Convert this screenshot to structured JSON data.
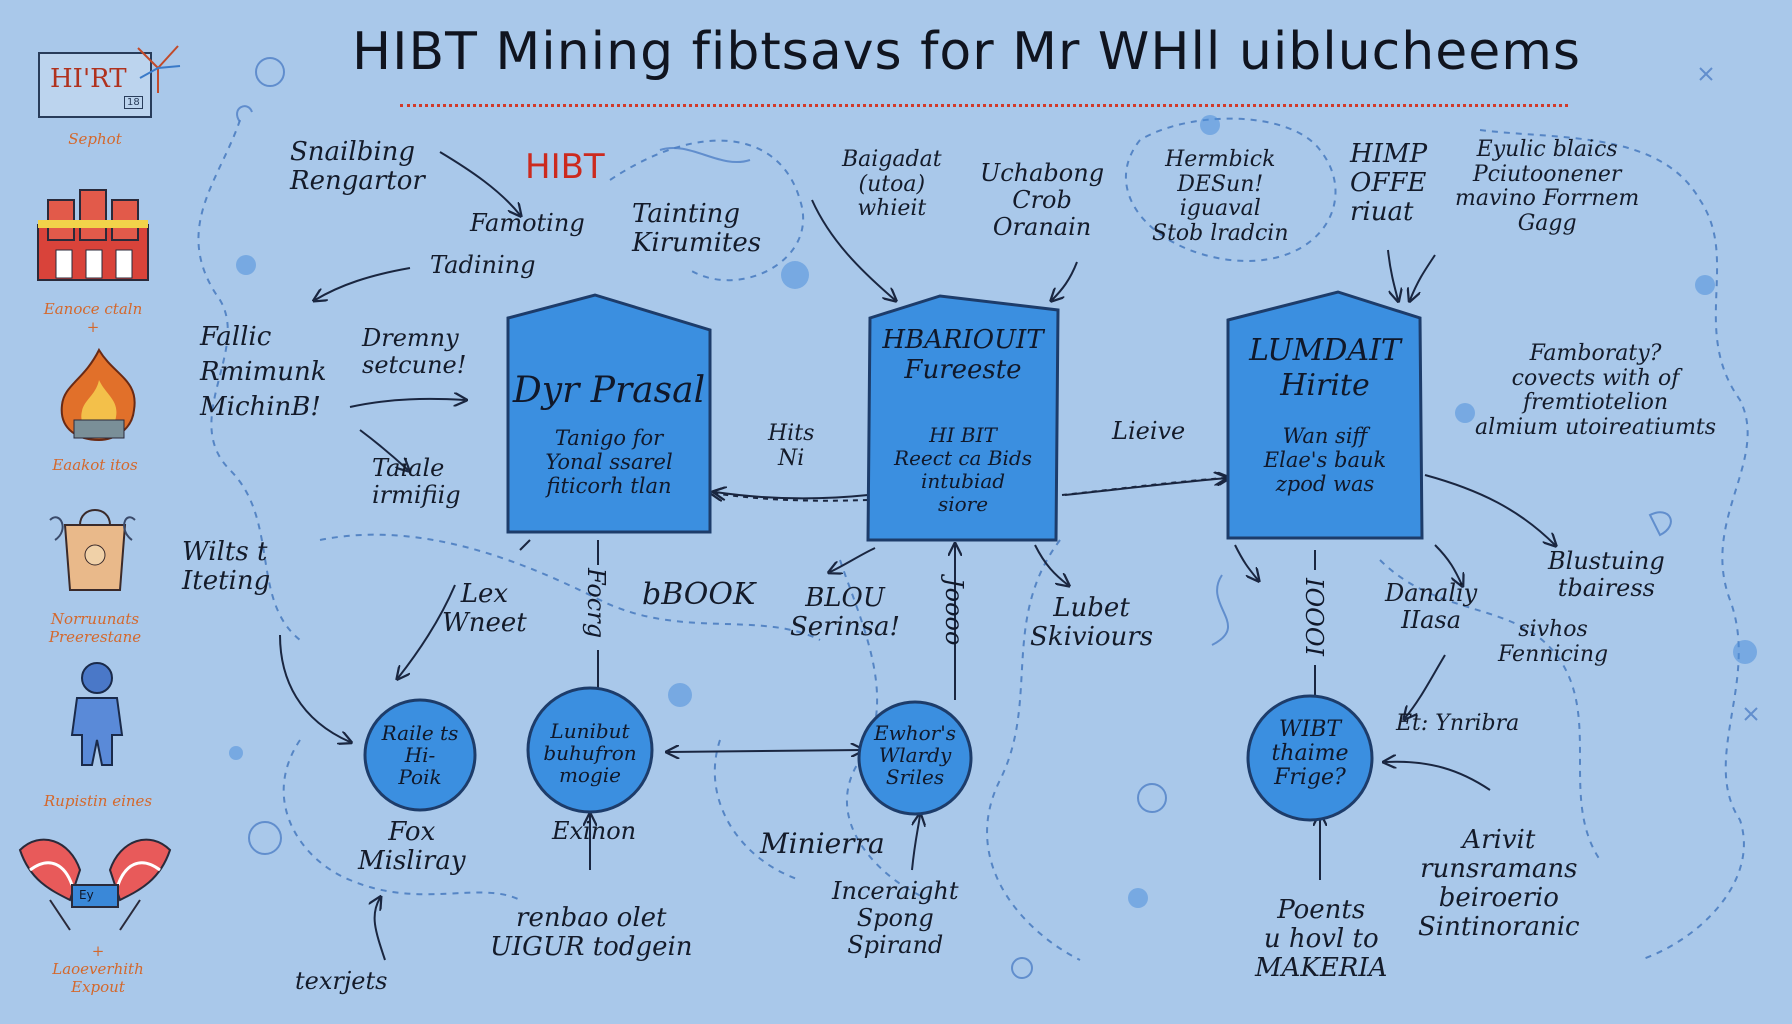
{
  "title": "HIBT Mining fibtsavs for Mr WHll uiblucheems",
  "header_tag": "HIBT",
  "sidebar": {
    "logo_text": "HI'RT",
    "logo_badge": "18",
    "items": [
      {
        "label": "Sephot"
      },
      {
        "label": "Eanoce ctaln\n+"
      },
      {
        "label": "Eaakot itos"
      },
      {
        "label": "Norruunats\nPreerestane"
      },
      {
        "label": "Rupistin eines"
      },
      {
        "label": "+\nLaoeverhith\nExpout"
      }
    ],
    "cuff_badge": "Ey"
  },
  "boxes": [
    {
      "title": "Dyr Prasal",
      "body": "Tanigo for\nYonal ssarel\nfiticorh tlan",
      "color": "#3b8fe0"
    },
    {
      "title": "HBARIOUIT\nFureeste",
      "body": "HI BIT\nReect ca Bids\nintubiad\nsiore",
      "color": "#3b8fe0"
    },
    {
      "title": "LUMDAIT\nHirite",
      "body": "Wan siff\nElae's bauk\nzpod was",
      "color": "#3b8fe0"
    }
  ],
  "circles": [
    {
      "label": "Raile ts\nHi-\nPoik"
    },
    {
      "label": "Lunibut\nbuhufron\nmogie"
    },
    {
      "label": "Ewhor's\nWlardy\nSriles"
    },
    {
      "label": "WIBT\nthaime\nFrige?"
    }
  ],
  "notes": {
    "snailbing": "Snailbing\nRengartor",
    "famoting": "Famoting",
    "tainting": "Tainting\nKirumites",
    "tadining": "Tadining",
    "fallic": "Fallic\nRmimunk\nMichinB!",
    "dremny": "Dremny\nsetcune!",
    "taiale": "Taiale\nirmifiig",
    "wiltst": "Wilts t\nIteting",
    "baigadat": "Baigadat\n(utoa)\nwhieit",
    "uchabong": "Uchabong\nCrob\nOranain",
    "hermbick": "Hermbick\nDESun!\niguaval\nStob lradcin",
    "himp": "HIMP\nOFFE\nriuat",
    "eyulic": "Eyulic blaics\nPciutoonener\nmavino Forrnem\nGagg",
    "famboraty": "Famboraty?\ncovects with of\nfremtiotelion\nalmium utoireatiumts",
    "hits": "Hits\nNi",
    "lieive": "Lieive",
    "lex": "Lex\nWneet",
    "bbook": "bBOOK",
    "blou": "BLOU\nSerinsa!",
    "lubet": "Lubet\nSkiviours",
    "danaliy": "Danaliy\nIIasa",
    "blustuing": "Blustuing\ntbairess",
    "sivhos": "sivhos\nFennicing",
    "etgnribra": "Et: Ynribra",
    "fox": "Fox\nMisliray",
    "exinon": "Exinon",
    "minierra": "Minierra",
    "inceraight": "Inceraight\nSpong\nSpirand",
    "renbao": "renbao olet\nUIGUR todgein",
    "texrjets": "texrjets",
    "points": "Poents\nu hovl to\nMAKERIA",
    "arivit": "Arivit\nrunsramans\nbeiroerio\nSintinoranic",
    "vert_left": "Focrg",
    "vert_mid": "Joooo",
    "vert_right": "IOOOI"
  }
}
